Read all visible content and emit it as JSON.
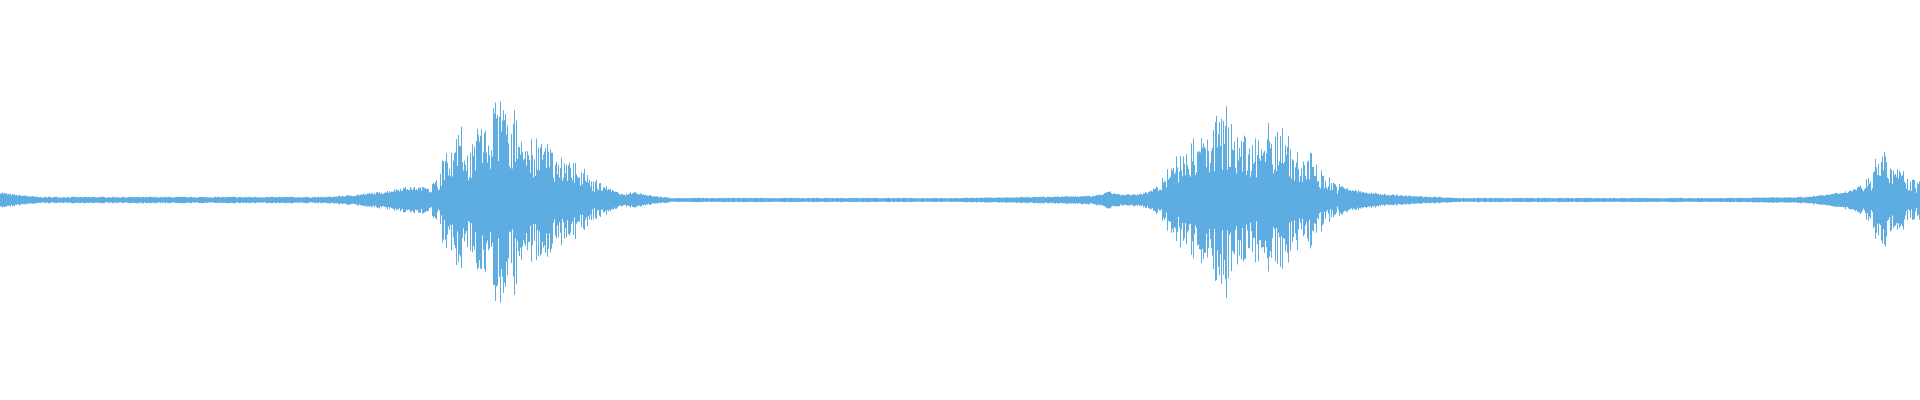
{
  "chart_data": {
    "type": "area",
    "mirrored": true,
    "series_color": "#5dade2",
    "background": "#ffffff",
    "grid": false,
    "legend": "none",
    "x_range": [
      0,
      1
    ],
    "y_range": [
      -1,
      1
    ],
    "envelope": {
      "x": [
        0.0,
        0.004,
        0.02,
        0.1,
        0.17,
        0.185,
        0.2,
        0.21,
        0.22,
        0.228,
        0.233,
        0.237,
        0.24,
        0.244,
        0.25,
        0.255,
        0.258,
        0.262,
        0.266,
        0.27,
        0.275,
        0.282,
        0.29,
        0.3,
        0.31,
        0.318,
        0.325,
        0.33,
        0.34,
        0.35,
        0.4,
        0.5,
        0.57,
        0.578,
        0.585,
        0.595,
        0.6,
        0.605,
        0.61,
        0.62,
        0.628,
        0.635,
        0.64,
        0.645,
        0.652,
        0.66,
        0.668,
        0.675,
        0.682,
        0.69,
        0.7,
        0.71,
        0.72,
        0.735,
        0.75,
        0.76,
        0.78,
        0.8,
        0.9,
        0.94,
        0.955,
        0.965,
        0.97,
        0.975,
        0.98,
        0.985,
        0.99,
        0.995,
        1.0
      ],
      "amplitude": [
        0.08,
        0.06,
        0.03,
        0.03,
        0.03,
        0.05,
        0.08,
        0.12,
        0.12,
        0.2,
        0.6,
        0.55,
        0.7,
        0.45,
        0.8,
        0.65,
        0.95,
        0.9,
        0.75,
        0.72,
        0.6,
        0.55,
        0.45,
        0.35,
        0.2,
        0.1,
        0.05,
        0.08,
        0.04,
        0.02,
        0.02,
        0.02,
        0.04,
        0.08,
        0.05,
        0.06,
        0.1,
        0.2,
        0.35,
        0.55,
        0.6,
        0.8,
        0.75,
        0.65,
        0.55,
        0.65,
        0.7,
        0.45,
        0.4,
        0.25,
        0.12,
        0.08,
        0.06,
        0.04,
        0.03,
        0.02,
        0.02,
        0.02,
        0.02,
        0.03,
        0.06,
        0.1,
        0.15,
        0.25,
        0.55,
        0.4,
        0.3,
        0.2,
        0.18
      ]
    },
    "noise_seed": 7
  }
}
